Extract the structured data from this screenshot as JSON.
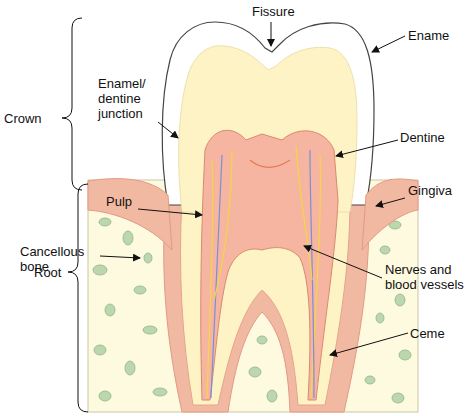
{
  "diagram": {
    "labels": [
      "Fissure",
      "Ename",
      "Crown",
      "Enamel/ dentine junction",
      "Dentine",
      "Pulp",
      "Gingiva",
      "Cancellous bone",
      "Root",
      "Nerves and blood vessels",
      "Ceme"
    ]
  }
}
